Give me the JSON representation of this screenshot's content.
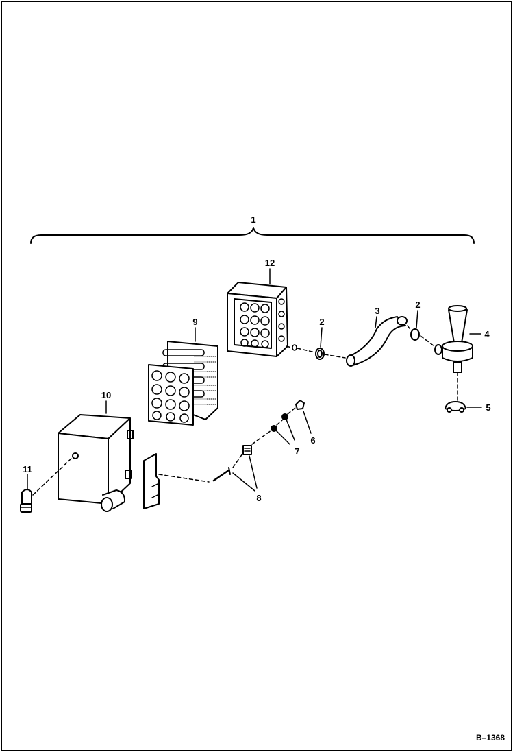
{
  "diagram": {
    "figure_ref": "B–1368",
    "callouts": {
      "c1": "1",
      "c2a": "2",
      "c2b": "2",
      "c3": "3",
      "c4": "4",
      "c5": "5",
      "c6": "6",
      "c7": "7",
      "c8": "8",
      "c9": "9",
      "c10": "10",
      "c11": "11",
      "c12": "12"
    }
  }
}
